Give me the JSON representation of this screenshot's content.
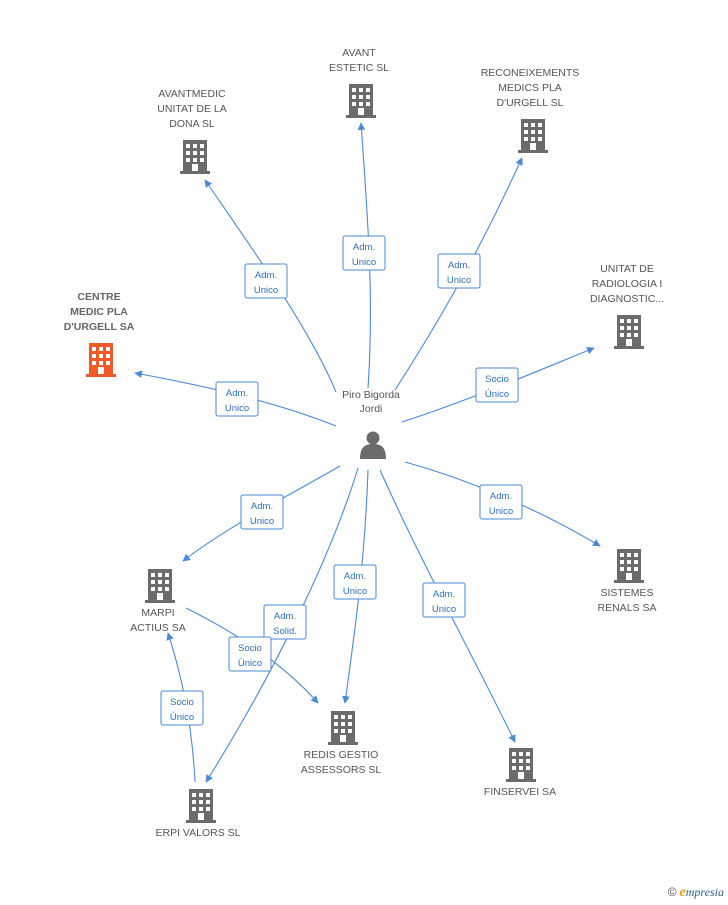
{
  "colors": {
    "edge": "#4a8ad6",
    "building": "#6b6b6b",
    "building_main": "#f05a28",
    "person": "#6b6b6b"
  },
  "person": {
    "name_lines": [
      "Piro Bigorda",
      "Jordi"
    ],
    "icon": "person-icon"
  },
  "companies": [
    {
      "id": "avant-estetic",
      "lines": [
        "AVANT",
        "ESTETIC SL"
      ],
      "main": false
    },
    {
      "id": "avantmedic",
      "lines": [
        "AVANTMEDIC",
        "UNITAT DE LA",
        "DONA  SL"
      ],
      "main": false
    },
    {
      "id": "reconeixements",
      "lines": [
        "RECONEIXEMENTS",
        "MEDICS PLA",
        "D'URGELL SL"
      ],
      "main": false
    },
    {
      "id": "unitat-radiologia",
      "lines": [
        "UNITAT DE",
        "RADIOLOGIA I",
        "DIAGNOSTIC..."
      ],
      "main": false
    },
    {
      "id": "centre-medic",
      "lines": [
        "CENTRE",
        "MEDIC PLA",
        "D'URGELL SA"
      ],
      "main": true
    },
    {
      "id": "sistemes-renals",
      "lines": [
        "SISTEMES",
        "RENALS SA"
      ],
      "main": false
    },
    {
      "id": "marpi",
      "lines": [
        "MARPI",
        "ACTIUS SA"
      ],
      "main": false
    },
    {
      "id": "redis",
      "lines": [
        "REDIS GESTIO",
        "ASSESSORS SL"
      ],
      "main": false
    },
    {
      "id": "finservei",
      "lines": [
        "FINSERVEI SA"
      ],
      "main": false
    },
    {
      "id": "erpi",
      "lines": [
        "ERPI VALORS SL"
      ],
      "main": false
    }
  ],
  "edges": [
    {
      "from": "person",
      "to": "avantmedic",
      "label": [
        "Adm.",
        "Unico"
      ]
    },
    {
      "from": "person",
      "to": "avant-estetic",
      "label": [
        "Adm.",
        "Unico"
      ]
    },
    {
      "from": "person",
      "to": "reconeixements",
      "label": [
        "Adm.",
        "Unico"
      ]
    },
    {
      "from": "person",
      "to": "unitat-radiologia",
      "label": [
        "Socio",
        "Único"
      ]
    },
    {
      "from": "person",
      "to": "centre-medic",
      "label": [
        "Adm.",
        "Unico"
      ]
    },
    {
      "from": "person",
      "to": "sistemes-renals",
      "label": [
        "Adm.",
        "Unico"
      ]
    },
    {
      "from": "person",
      "to": "marpi",
      "label": [
        "Adm.",
        "Unico"
      ]
    },
    {
      "from": "person",
      "to": "erpi",
      "label": [
        "Adm.",
        "Solid."
      ]
    },
    {
      "from": "person",
      "to": "redis",
      "label": [
        "Adm.",
        "Unico"
      ]
    },
    {
      "from": "person",
      "to": "finservei",
      "label": [
        "Adm.",
        "Unico"
      ]
    },
    {
      "from": "marpi",
      "to": "redis",
      "label": [
        "Socio",
        "Único"
      ]
    },
    {
      "from": "erpi",
      "to": "marpi",
      "label": [
        "Socio",
        "Único"
      ]
    }
  ],
  "credit": {
    "symbol": "©",
    "brand_initial": "e",
    "brand_rest": "mpresia"
  }
}
